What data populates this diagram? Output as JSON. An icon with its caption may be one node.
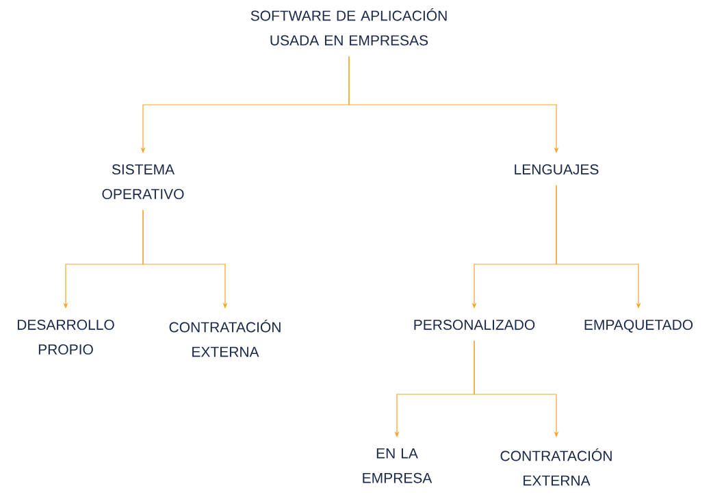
{
  "diagram": {
    "nodes": [
      {
        "text": [
          "SOFTWARE DE APLICACIÓN USADA EN EMPRESAS"
        ]
      },
      {
        "text": [
          "SISTEMA OPERATIVO"
        ]
      },
      {
        "text": [
          "LENGUAJES"
        ]
      },
      {
        "text": [
          "DESARROLLO PROPIO"
        ]
      },
      {
        "text": [
          "CONTRATACIÓN EXTERNA"
        ]
      },
      {
        "text": [
          "PERSONALIZADO"
        ]
      },
      {
        "text": [
          "EMPAQUETADO"
        ]
      },
      {
        "text": [
          "EN LA EMPRESA"
        ]
      },
      {
        "text": [
          "CONTRATACIÓN EXTERNA"
        ]
      }
    ],
    "edges": [
      {
        "from": 0,
        "to": 1,
        "arrow": "to"
      },
      {
        "from": 0,
        "to": 2,
        "arrow": "to"
      },
      {
        "from": 1,
        "to": 3,
        "arrow": "to"
      },
      {
        "from": 1,
        "to": 4,
        "arrow": "to"
      },
      {
        "from": 2,
        "to": 5,
        "arrow": "to"
      },
      {
        "from": 2,
        "to": 6,
        "arrow": "to"
      },
      {
        "from": 5,
        "to": 7,
        "arrow": "to"
      },
      {
        "from": 5,
        "to": 8,
        "arrow": "to"
      }
    ]
  }
}
